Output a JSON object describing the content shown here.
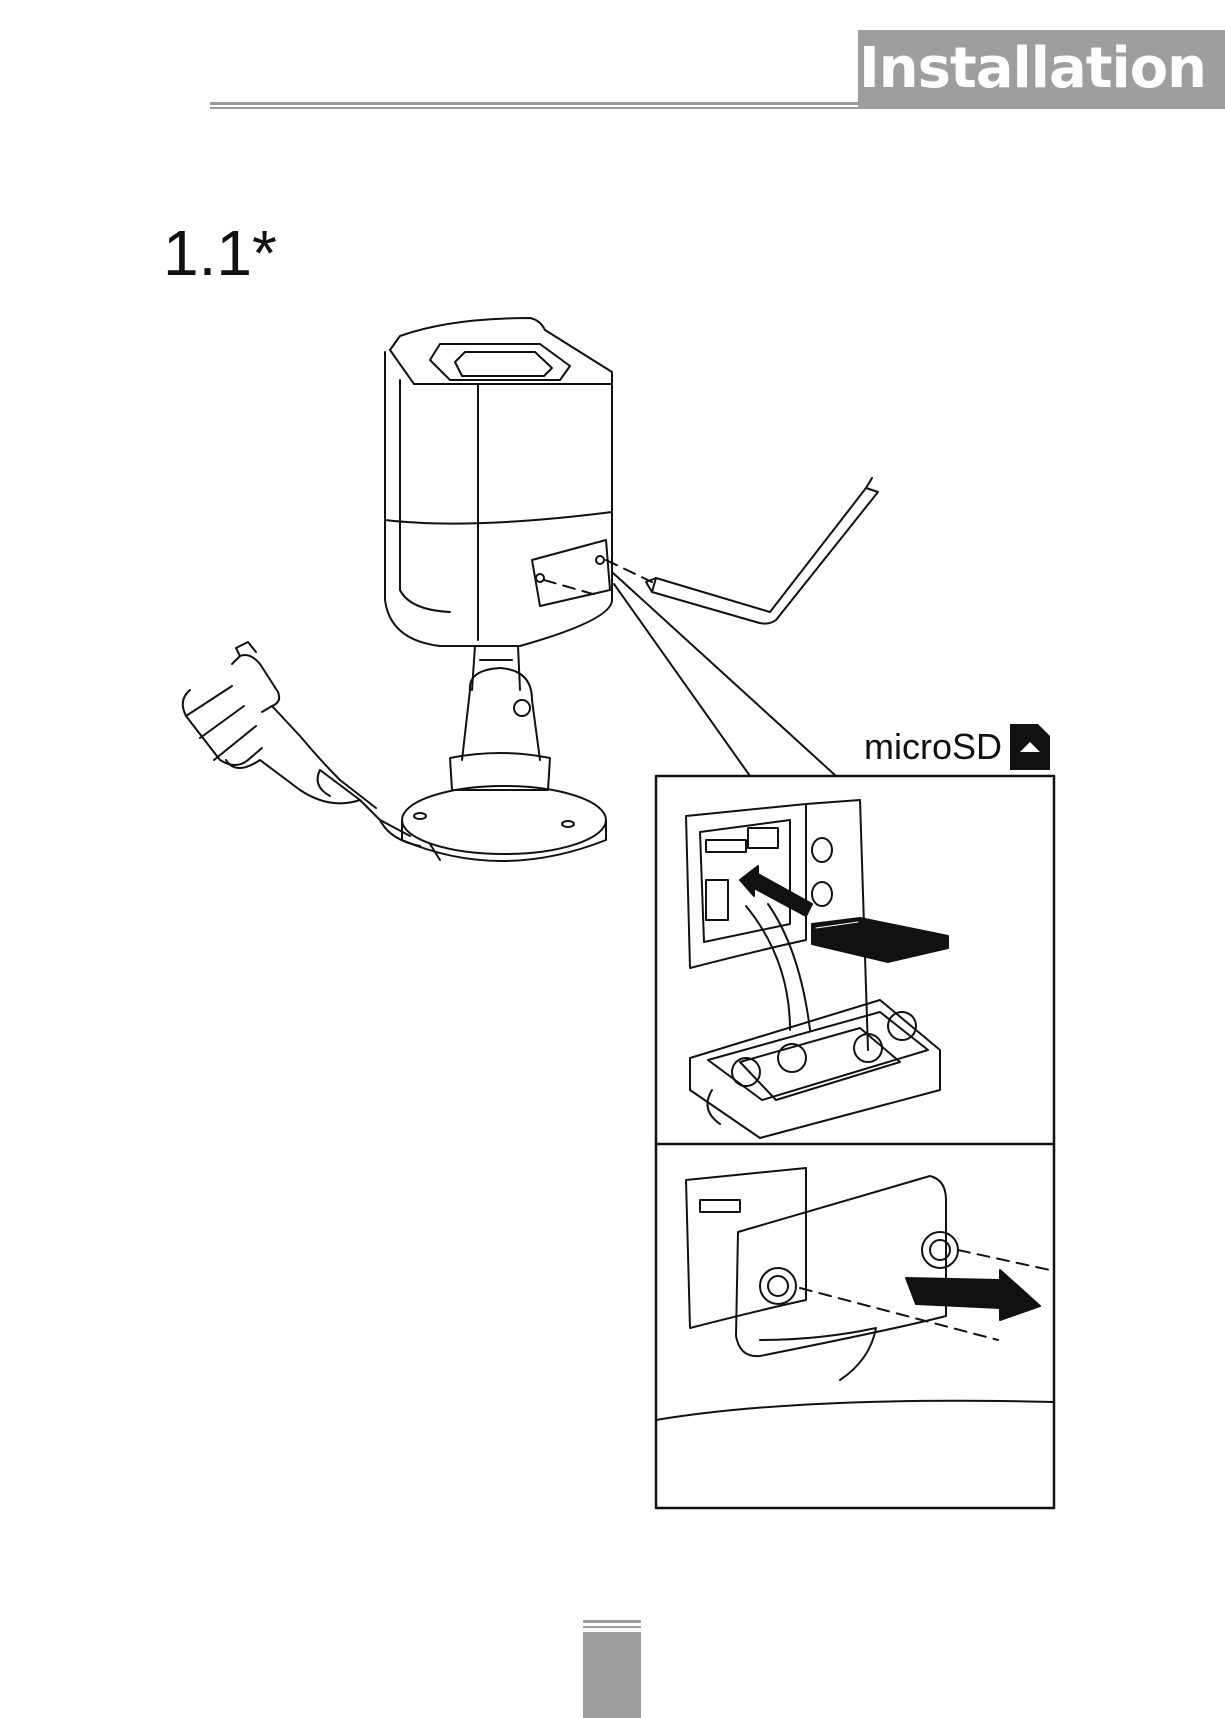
{
  "header": {
    "title": "Installation"
  },
  "step": {
    "number": "1.1*"
  },
  "figure": {
    "label": "microSD",
    "icon": "microsd-card-icon"
  },
  "colors": {
    "header_tab": "#9e9e9e",
    "rule": "#9a9a9a",
    "line_art": "#111111"
  }
}
